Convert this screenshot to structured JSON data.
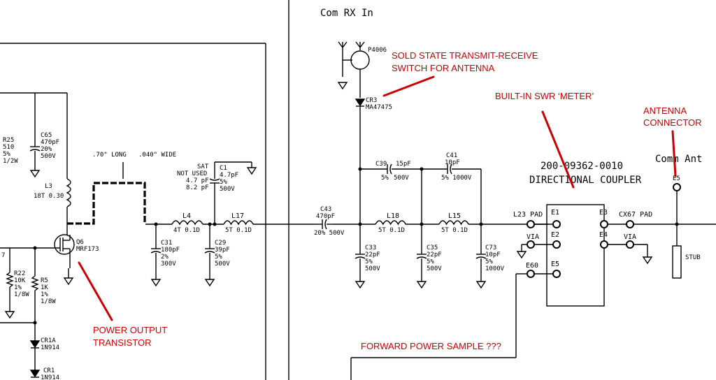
{
  "labels": {
    "com_rx_in": "Com RX In",
    "com_ant": "Comm Ant",
    "p4006": "P4006",
    "cr3": "CR3",
    "cr3_part": "MA47475",
    "c39": "C39",
    "c39_val": "15pF",
    "c39_tol": "5%",
    "c39_v": "500V",
    "c41": "C41",
    "c41_val": "10pF",
    "c41_rate": "5% 1000V",
    "c43": "C43",
    "c43_val": "470pF",
    "c43_rate": "20% 500V",
    "l18": "L18",
    "l18_val": "5T 0.1D",
    "l15": "L15",
    "l15_val": "5T 0.1D",
    "c33": "C33",
    "c33_vals": [
      "22pF",
      "5%",
      "500V"
    ],
    "c35": "C35",
    "c35_vals": [
      "22pF",
      "5%",
      "500V"
    ],
    "c73": "C73",
    "c73_vals": [
      "10pF",
      "5%",
      "1000V"
    ],
    "coupler_part": "200-09362-0010",
    "coupler_name": "DIRECTIONAL COUPLER",
    "l23_pad": "L23 PAD",
    "cx67_pad": "CX67 PAD",
    "via_l": "VIA",
    "via_r": "VIA",
    "e1": "E1",
    "e2": "E2",
    "e3": "E3",
    "e4": "E4",
    "e5": "E5",
    "e5_ant": "E5",
    "e60": "E60",
    "stub": "STUB",
    "strip_long": ".70\" LONG",
    "strip_wide": ".040\" WIDE",
    "sat": "SAT",
    "not_used": "NOT USED",
    "sat_v1": "4.7 pF",
    "sat_v2": "8.2 pF",
    "c1": "C1",
    "c1_vals": [
      "4.7pF",
      "5%",
      "500V"
    ],
    "l4": "L4",
    "l4_val": "4T 0.1D",
    "l17": "L17",
    "l17_val": "5T 0.1D",
    "c31": "C31",
    "c31_vals": [
      "180pF",
      "2%",
      "300V"
    ],
    "c29": "C29",
    "c29_vals": [
      "39pF",
      "5%",
      "500V"
    ],
    "r25": "R25",
    "r25_vals": [
      "510",
      "5%",
      "1/2W"
    ],
    "c65": "C65",
    "c65_vals": [
      "470pF",
      "20%",
      "500V"
    ],
    "l3": "L3",
    "l3_val": "18T 0.30",
    "q6": "Q6",
    "q6_part": "MRF173",
    "r22": "R22",
    "r22_vals": [
      "10K",
      "1%",
      "1/8W"
    ],
    "r5": "R5",
    "r5_vals": [
      "1K",
      "1%",
      "1/8W"
    ],
    "cr1a": "CR1A",
    "cr1a_part": "1N914",
    "cr1": "CR1",
    "cr1_part": "1N914",
    "left_frag": "7"
  },
  "annotations": {
    "tr_switch_1": "SOLD STATE TRANSMIT-RECEIVE",
    "tr_switch_2": "SWITCH FOR ANTENNA",
    "swr_meter": "BUILT-IN SWR ‘METER’",
    "antenna_1": "ANTENNA",
    "antenna_2": "CONNECTOR",
    "power_1": "POWER OUTPUT",
    "power_2": "TRANSISTOR",
    "forward": "FORWARD POWER SAMPLE ???"
  },
  "colors": {
    "annotation": "#cc0000",
    "ink": "#000000",
    "background": "#ffffff"
  }
}
